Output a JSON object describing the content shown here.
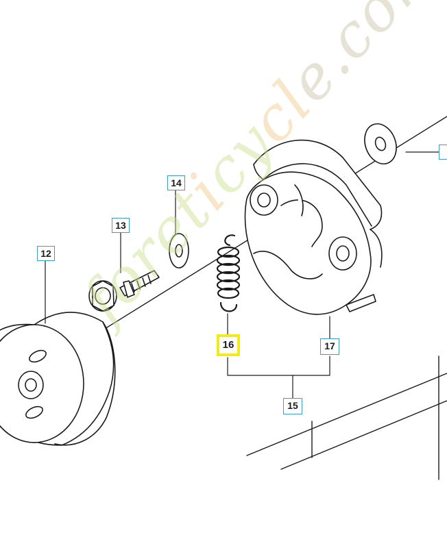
{
  "labels": {
    "p12": "12",
    "p13": "13",
    "p14": "14",
    "p15": "15",
    "p16": "16",
    "p17": "17"
  },
  "watermark": {
    "part1": "foret",
    "part2": "i",
    "part3": "cy",
    "part4": "cl",
    "part5": "e.com"
  },
  "colors": {
    "label_border": "#3a9ec4",
    "highlight": "#f4ea1a",
    "line": "#1a1a1a"
  }
}
